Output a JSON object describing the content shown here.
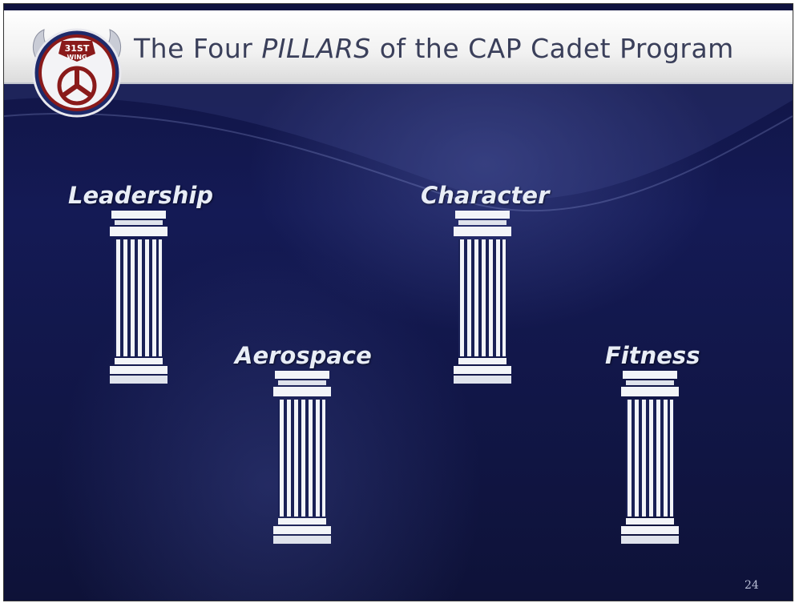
{
  "header": {
    "title_before": "The Four ",
    "title_emphasis": "PILLARS",
    "title_after": " of the CAP Cadet Program"
  },
  "logo": {
    "text_line1": "31ST",
    "text_line2": "WING",
    "icon": "wing-emblem-icon"
  },
  "pillars": [
    {
      "label": "Leadership",
      "icon": "column-icon"
    },
    {
      "label": "Character",
      "icon": "column-icon"
    },
    {
      "label": "Aerospace",
      "icon": "column-icon"
    },
    {
      "label": "Fitness",
      "icon": "column-icon"
    }
  ],
  "footer": {
    "page_number": "24"
  },
  "colors": {
    "background": "#141a55",
    "header_bg": "#f1f1f1",
    "title_text": "#3a3f5a",
    "pillar_text": "#e8edf6",
    "pillar_fill": "#f2f4f8"
  }
}
